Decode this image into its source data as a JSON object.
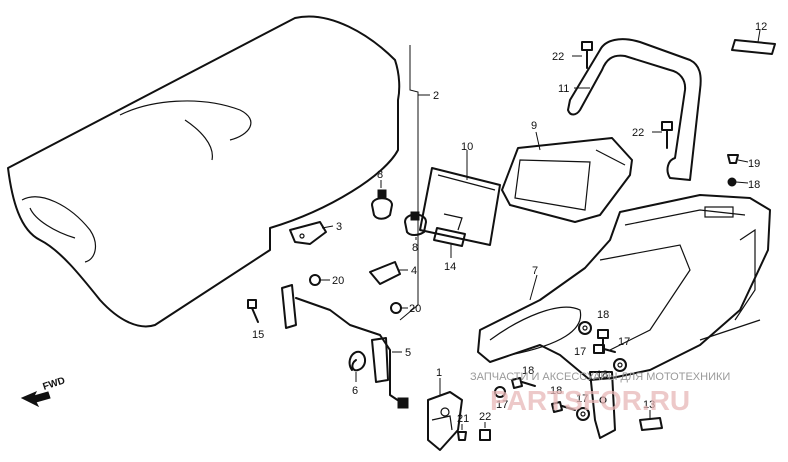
{
  "callouts": {
    "seat": "2",
    "bracket_3": "3",
    "bracket_4": "4",
    "latch_5": "5",
    "spring_6": "6",
    "cowl_7": "7",
    "cushion_8a": "8",
    "cushion_8b": "8",
    "tray_9": "9",
    "lid_10": "10",
    "grab_rail": "11",
    "emblem_12": "12",
    "tape_13": "13",
    "tape_14": "14",
    "bolt_15": "15",
    "bolt_17a": "17",
    "bolt_17b": "17",
    "washer_17c": "17",
    "washer_17d": "17",
    "bolt_18a": "18",
    "bolt_18b": "18",
    "bolt_18c": "18",
    "bolt_18d": "18",
    "nut_18e": "18",
    "screw_19": "19",
    "nut_20a": "20",
    "nut_20b": "20",
    "screw_21": "21",
    "bolt_22a": "22",
    "bolt_22b": "22",
    "bolt_22c": "22",
    "lock_1": "1"
  },
  "direction_label": "FWD",
  "watermark": {
    "line": "ЗАПЧАСТИ И АКСЕССУАРЫ ДЛЯ МОТОТЕХНИКИ",
    "logo": "PARTSFOR.RU"
  }
}
